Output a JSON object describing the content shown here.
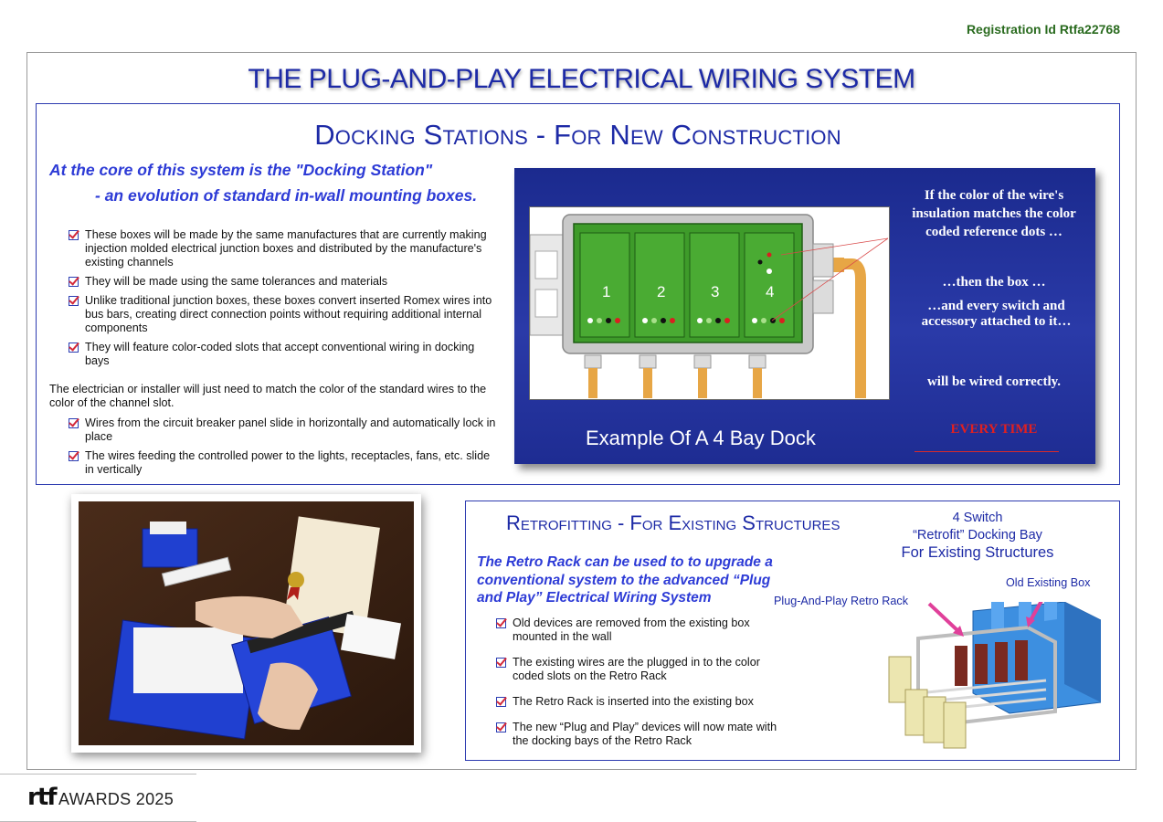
{
  "registration": "Registration Id  Rtfa22768",
  "main_title": "THE PLUG-AND-PLAY ELECTRICAL WIRING SYSTEM",
  "docking": {
    "title": "Docking Stations - For New Construction",
    "intro_line1": "At the core of this system is the \"Docking Station\"",
    "intro_line2": "- an evolution of standard in-wall mounting boxes.",
    "bullets": [
      "These boxes will be made by the same manufactures that are currently making injection molded electrical junction boxes and distributed by the manufacture's existing channels",
      "They will be made using the same tolerances and materials",
      "Unlike traditional junction boxes, these boxes convert inserted Romex wires into bus bars, creating direct connection points without requiring additional internal components",
      "They will feature color-coded slots that accept conventional wiring in docking bays"
    ],
    "paragraph": "The electrician or installer will just need to match the color of the standard wires to the color of the channel slot.",
    "bullets2": [
      "Wires from the circuit breaker panel slide in horizontally and automatically lock in place",
      "The wires feeding the controlled power to the lights, receptacles, fans, etc. slide in vertically"
    ]
  },
  "dock_image": {
    "bays": [
      "1",
      "2",
      "3",
      "4"
    ],
    "caption": "Example Of A 4 Bay Dock",
    "text1": "If the color of the wire's insulation matches the color coded reference dots …",
    "text2": "…then the box …",
    "text3": "…and every switch and accessory attached to it…",
    "text4": "will be wired correctly.",
    "text5": "EVERY TIME"
  },
  "retro": {
    "title": "Retrofitting - For Existing Structures",
    "intro": "The Retro Rack can be used to to upgrade a conventional system to the advanced “Plug and Play” Electrical Wiring System",
    "bullets": [
      "Old devices are removed from the existing box mounted in the wall",
      "The existing wires are the plugged in to the color coded slots on the Retro Rack",
      "The Retro Rack is inserted into the existing box",
      "The new “Plug and Play” devices will now mate with the docking bays of the Retro Rack"
    ],
    "label_line1": "4 Switch",
    "label_line2": "“Retrofit” Docking Bay",
    "label_line3": "For Existing Structures",
    "label_old_box": "Old Existing Box",
    "label_rack": "Plug-And-Play Retro Rack"
  },
  "awards": {
    "logo": "rtf",
    "text": "AWARDS 2025"
  },
  "colors": {
    "title_blue": "#1d2aa6",
    "accent_blue": "#2d3bd6",
    "panel_blue": "#1b2a8e",
    "box_green": "#3e9b2a",
    "reg_green": "#2a6b1f",
    "red": "#e02020"
  }
}
